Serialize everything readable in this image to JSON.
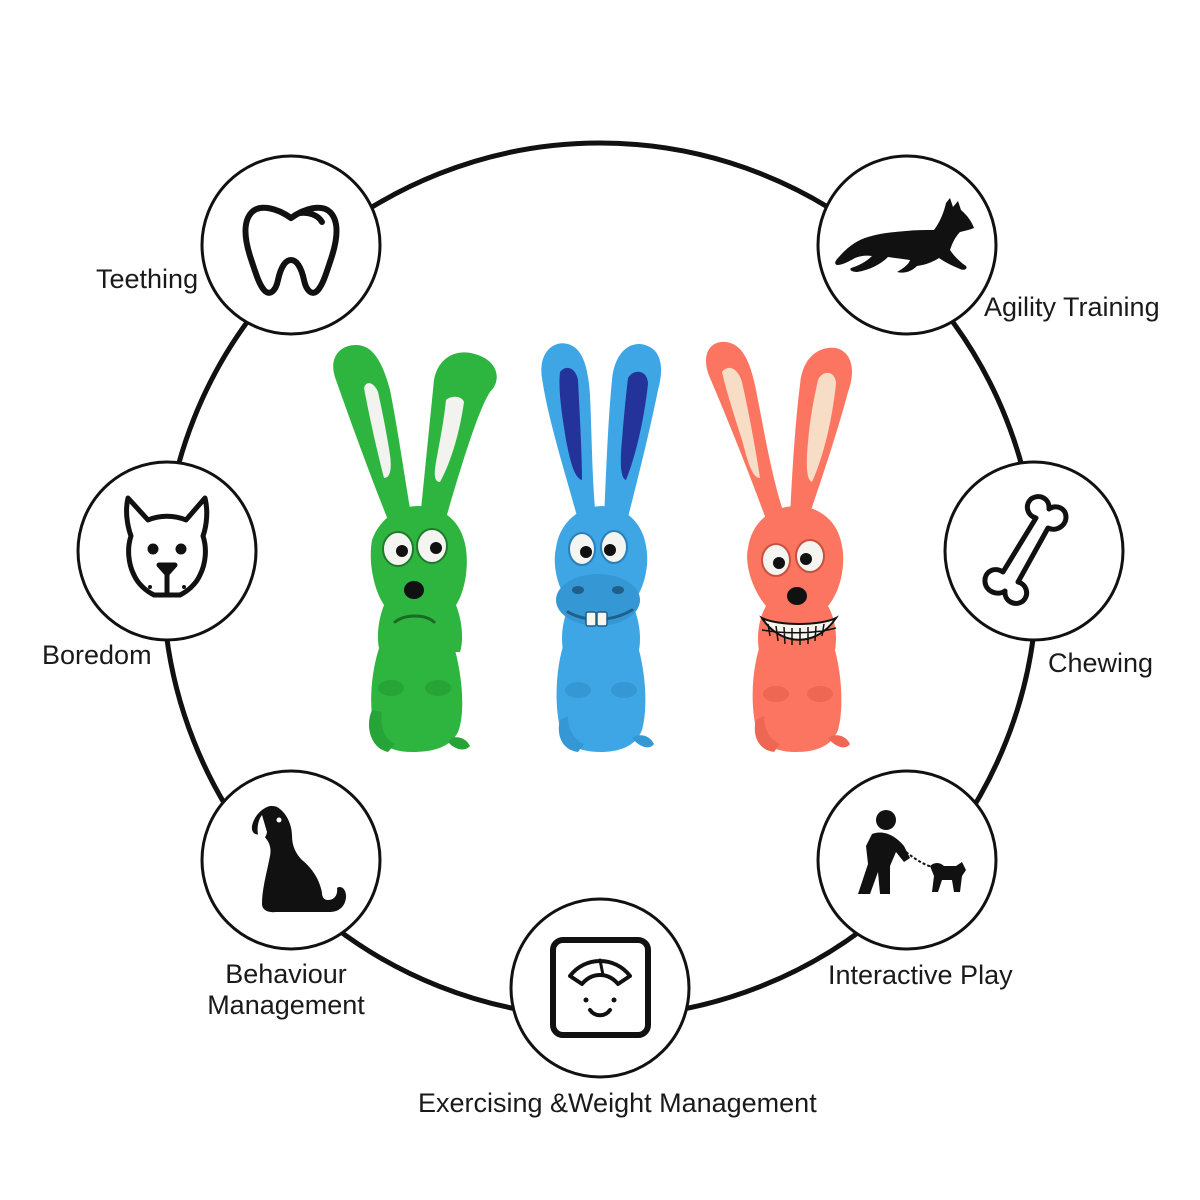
{
  "benefits": {
    "teething": "Teething",
    "agility": "Agility Training",
    "boredom": "Boredom",
    "chewing": "Chewing",
    "behaviour_line1": "Behaviour",
    "behaviour_line2": "Management",
    "interactive": "Interactive Play",
    "exercising": "Exercising &Weight Management"
  },
  "icons": {
    "teething": "tooth-icon",
    "agility": "running-dog-icon",
    "boredom": "dog-face-icon",
    "chewing": "bone-icon",
    "behaviour": "sitting-dog-icon",
    "interactive": "person-walking-dog-icon",
    "exercising": "weight-scale-icon"
  },
  "toys": [
    {
      "name": "green-rabbit-toy",
      "body": "#2db53f",
      "ear_inner": "#f4f4ef",
      "expression": "frown"
    },
    {
      "name": "blue-rabbit-toy",
      "body": "#3ea6e4",
      "ear_inner": "#23339a",
      "expression": "buck-tooth"
    },
    {
      "name": "orange-rabbit-toy",
      "body": "#fb7560",
      "ear_inner": "#f7dcc6",
      "expression": "grin"
    }
  ],
  "colors": {
    "ring": "#111111",
    "background": "#ffffff"
  }
}
